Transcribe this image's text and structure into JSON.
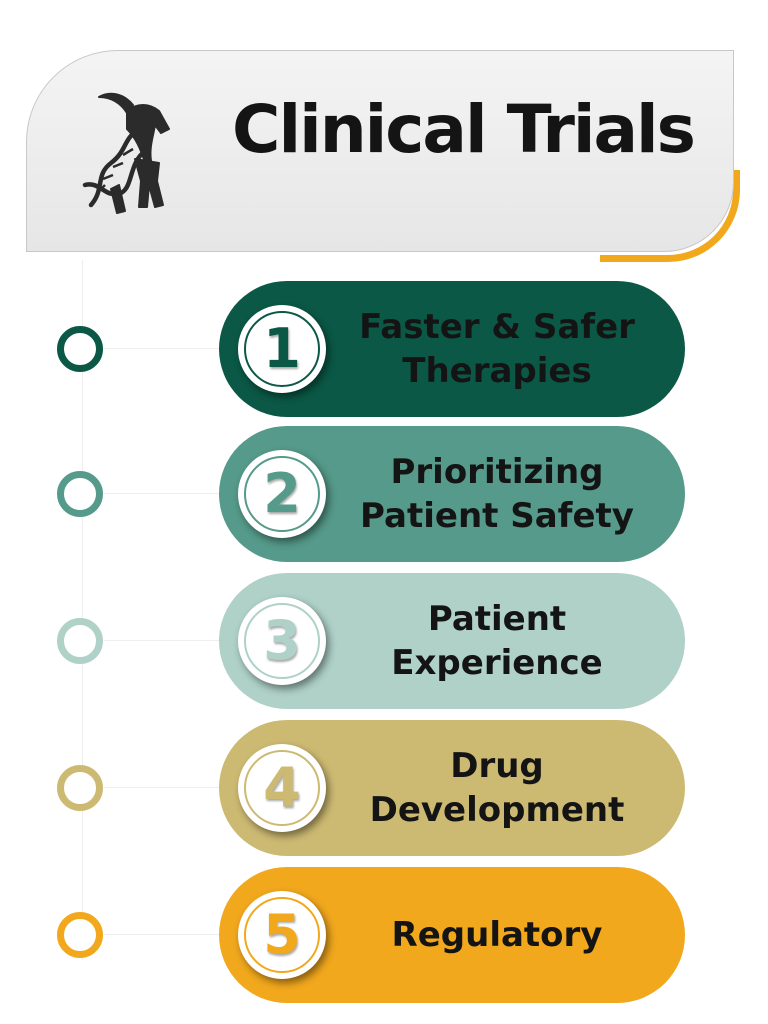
{
  "title": "Clinical Trials",
  "palette": [
    "#0b5846",
    "#559a8a",
    "#afd1c8",
    "#cdba72",
    "#f2a81d"
  ],
  "icons": {
    "logo": "goat-dna-logo"
  },
  "items": [
    {
      "number": "1",
      "lines": [
        "Faster & Safer",
        "Therapies"
      ],
      "color": "#0b5846",
      "text_color": "#141414"
    },
    {
      "number": "2",
      "lines": [
        "Prioritizing",
        "Patient Safety"
      ],
      "color": "#559a8a",
      "text_color": "#141414"
    },
    {
      "number": "3",
      "lines": [
        "Patient",
        "Experience"
      ],
      "color": "#afd1c8",
      "text_color": "#141414"
    },
    {
      "number": "4",
      "lines": [
        "Drug",
        "Development"
      ],
      "color": "#cdba72",
      "text_color": "#141414"
    },
    {
      "number": "5",
      "lines": [
        "Regulatory"
      ],
      "color": "#f2a81d",
      "text_color": "#141414"
    }
  ]
}
